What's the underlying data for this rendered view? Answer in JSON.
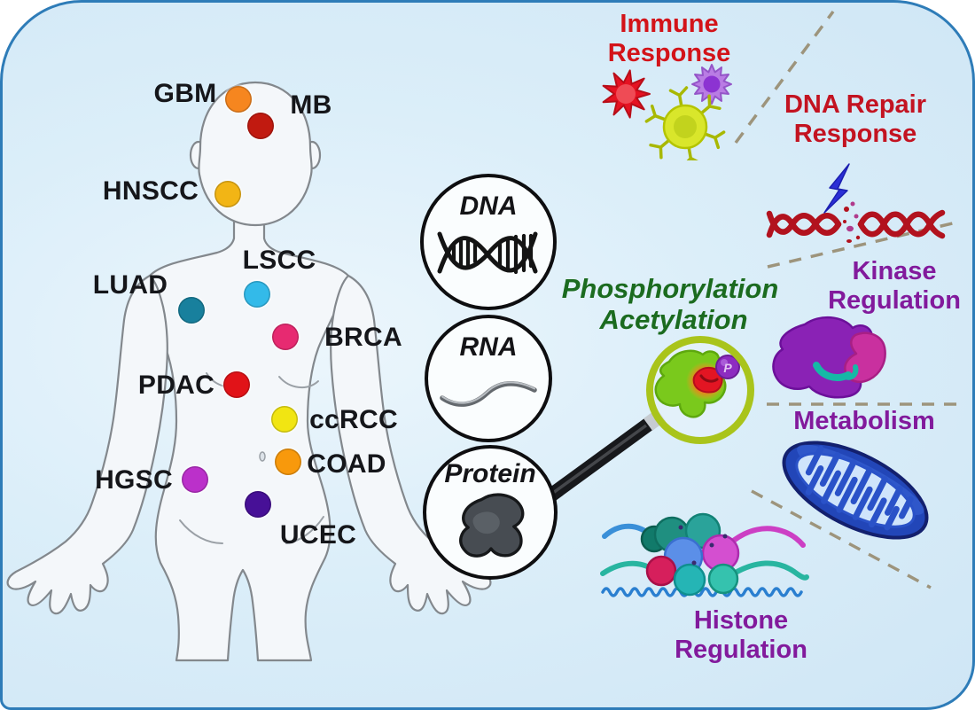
{
  "body_map": {
    "cancers": [
      {
        "code": "GBM",
        "color": "#f6861f"
      },
      {
        "code": "MB",
        "color": "#c11a10"
      },
      {
        "code": "HNSCC",
        "color": "#f2b515"
      },
      {
        "code": "LSCC",
        "color": "#33bae9"
      },
      {
        "code": "LUAD",
        "color": "#18809d"
      },
      {
        "code": "BRCA",
        "color": "#e72a71"
      },
      {
        "code": "PDAC",
        "color": "#e11318"
      },
      {
        "code": "ccRCC",
        "color": "#f1e512"
      },
      {
        "code": "COAD",
        "color": "#f8990c"
      },
      {
        "code": "HGSC",
        "color": "#bb30ca"
      },
      {
        "code": "UCEC",
        "color": "#471097"
      }
    ]
  },
  "omics": {
    "nodes": [
      {
        "label": "DNA",
        "icon": "dna-helix-icon"
      },
      {
        "label": "RNA",
        "icon": "rna-strand-icon"
      },
      {
        "label": "Protein",
        "icon": "protein-blob-icon"
      }
    ]
  },
  "ptm": {
    "line1": "Phosphorylation",
    "line2": "Acetylation",
    "color": "#1b6b1f",
    "badge_label": "P"
  },
  "sections": [
    {
      "id": "immune-response",
      "label": "Immune Response",
      "color": "#d31319",
      "icon": "immune-cells-icon"
    },
    {
      "id": "dna-repair-response",
      "label": "DNA Repair Response",
      "color": "#c31321",
      "icon": "dna-damage-icon"
    },
    {
      "id": "kinase-regulation",
      "label": "Kinase Regulation",
      "color": "#821a9c",
      "icon": "kinase-protein-icon"
    },
    {
      "id": "metabolism",
      "label": "Metabolism",
      "color": "#821a9c",
      "icon": "mitochondrion-icon"
    },
    {
      "id": "histone-regulation",
      "label": "Histone Regulation",
      "color": "#821a9c",
      "icon": "nucleosome-icon"
    }
  ]
}
